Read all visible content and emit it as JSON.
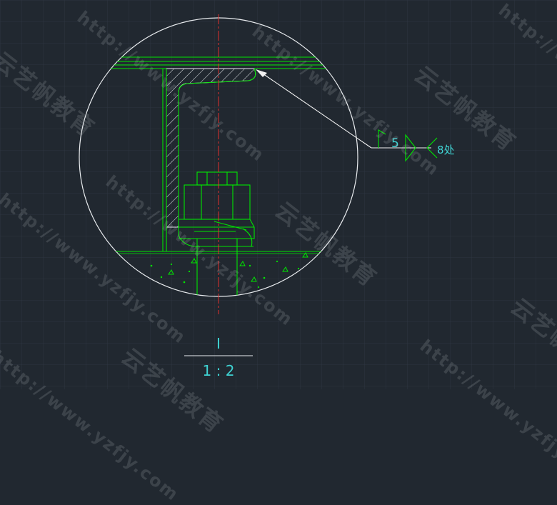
{
  "detail": {
    "weld_size": "5",
    "count_label": "8处",
    "view_mark": "I",
    "scale": "1 : 2"
  },
  "watermarks": {
    "url": "http://www.yzfjy.com",
    "brand": "云艺帆教育"
  },
  "colors": {
    "background": "#212830",
    "grid": "#2d3540",
    "outline": "#e9ecef",
    "geometry": "#00e600",
    "centerline": "#e0302d",
    "annotation": "#3fd3d3",
    "leader": "#f2f2f2"
  }
}
